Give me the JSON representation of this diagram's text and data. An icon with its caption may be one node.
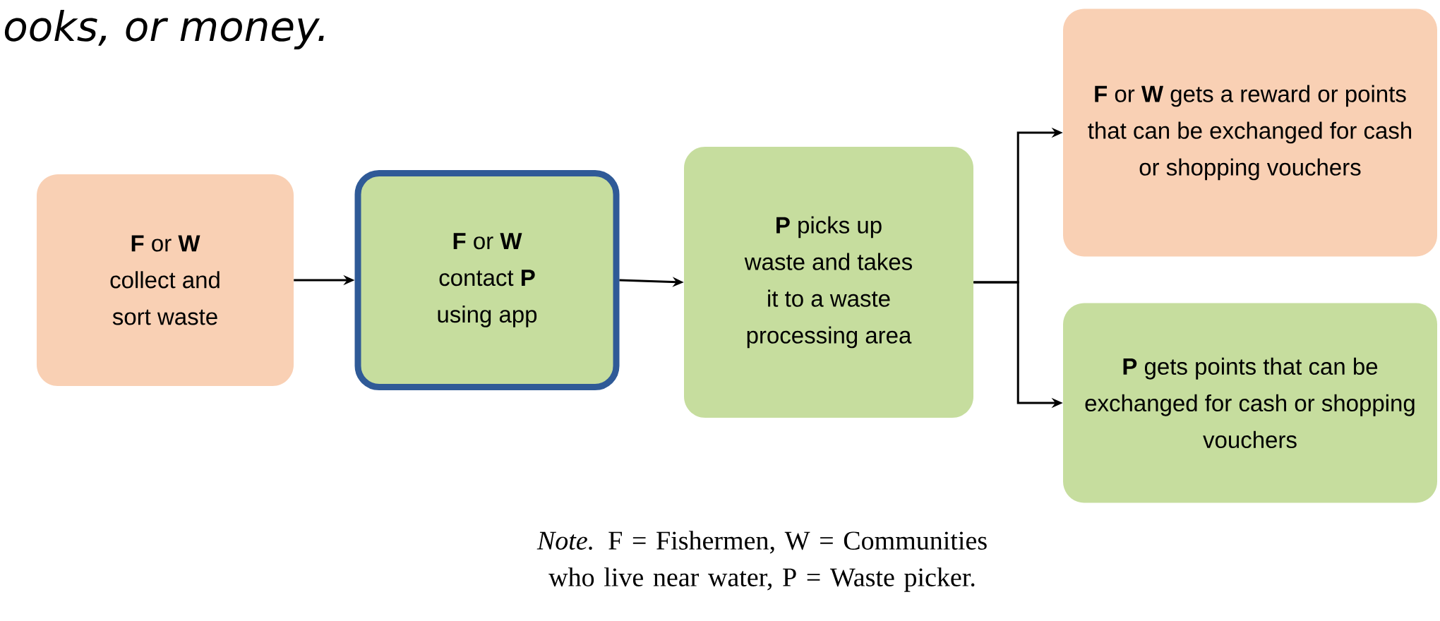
{
  "diagram": {
    "nodes": [
      {
        "text": [
          "**F** or **W** collect and sort waste"
        ]
      },
      {
        "text": [
          "**F** or **W** contact **P** using app"
        ]
      },
      {
        "text": [
          "**P** picks up waste and takes it to a waste processing area"
        ]
      },
      {
        "text": [
          "**F** or **W** gets a reward or points that can be exchanged for cash or shopping vouchers"
        ]
      },
      {
        "text": [
          "**P** gets points that can be exchanged for cash or shopping vouchers"
        ]
      }
    ],
    "edges": [
      {
        "from": 0,
        "to": 1,
        "arrow": "to"
      },
      {
        "from": 1,
        "to": 2,
        "arrow": "to"
      },
      {
        "from": 2,
        "to": 3,
        "arrow": "to"
      },
      {
        "from": 2,
        "to": 4,
        "arrow": "to"
      }
    ],
    "labels": [
      "ooks, or money.",
      "*Note.* F = Fishermen, W = Communities who live near water, P = Waste picker."
    ]
  }
}
